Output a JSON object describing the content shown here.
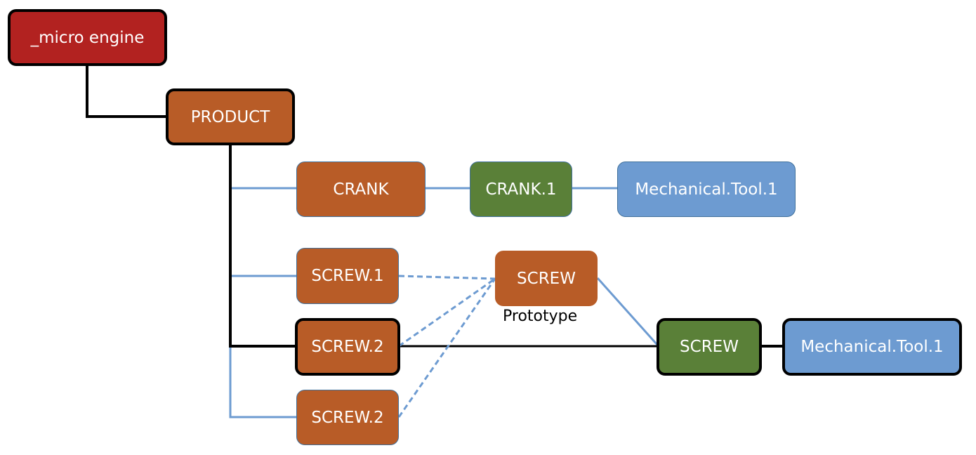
{
  "colors": {
    "root": "#b22220",
    "component": "#b85c27",
    "instance": "#5a8038",
    "tool": "#6d9bd1",
    "black_link": "#000000",
    "blue_link": "#6d9bd1"
  },
  "nodes": {
    "micro_engine": "_micro engine",
    "product": "PRODUCT",
    "crank": "CRANK",
    "crank_1": "CRANK.1",
    "tool_top": "Mechanical.Tool.1",
    "screw_1": "SCREW.1",
    "screw_2": "SCREW.2",
    "screw_2b": "SCREW.2",
    "screw_proto": "SCREW",
    "screw_instance": "SCREW",
    "tool_bottom": "Mechanical.Tool.1"
  },
  "prototype_label": "Prototype"
}
